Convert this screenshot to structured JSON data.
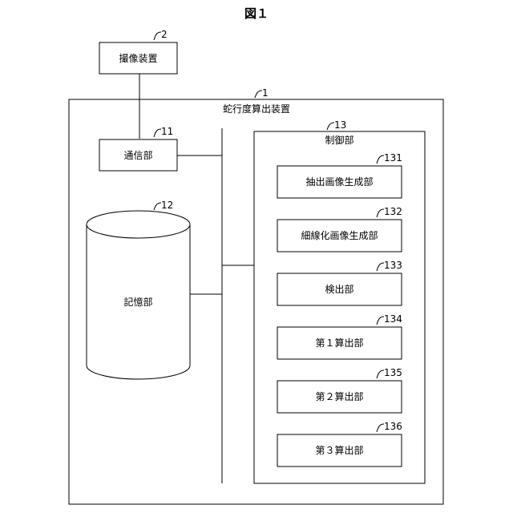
{
  "figure_title": "図１",
  "camera": {
    "label": "撮像装置",
    "ref": "2"
  },
  "device": {
    "label": "蛇行度算出装置",
    "ref": "1"
  },
  "comm": {
    "label": "通信部",
    "ref": "11"
  },
  "storage": {
    "label": "記憶部",
    "ref": "12"
  },
  "control": {
    "label": "制御部",
    "ref": "13"
  },
  "units": [
    {
      "label": "抽出画像生成部",
      "ref": "131"
    },
    {
      "label": "細線化画像生成部",
      "ref": "132"
    },
    {
      "label": "検出部",
      "ref": "133"
    },
    {
      "label": "第１算出部",
      "ref": "134"
    },
    {
      "label": "第２算出部",
      "ref": "135"
    },
    {
      "label": "第３算出部",
      "ref": "136"
    }
  ]
}
